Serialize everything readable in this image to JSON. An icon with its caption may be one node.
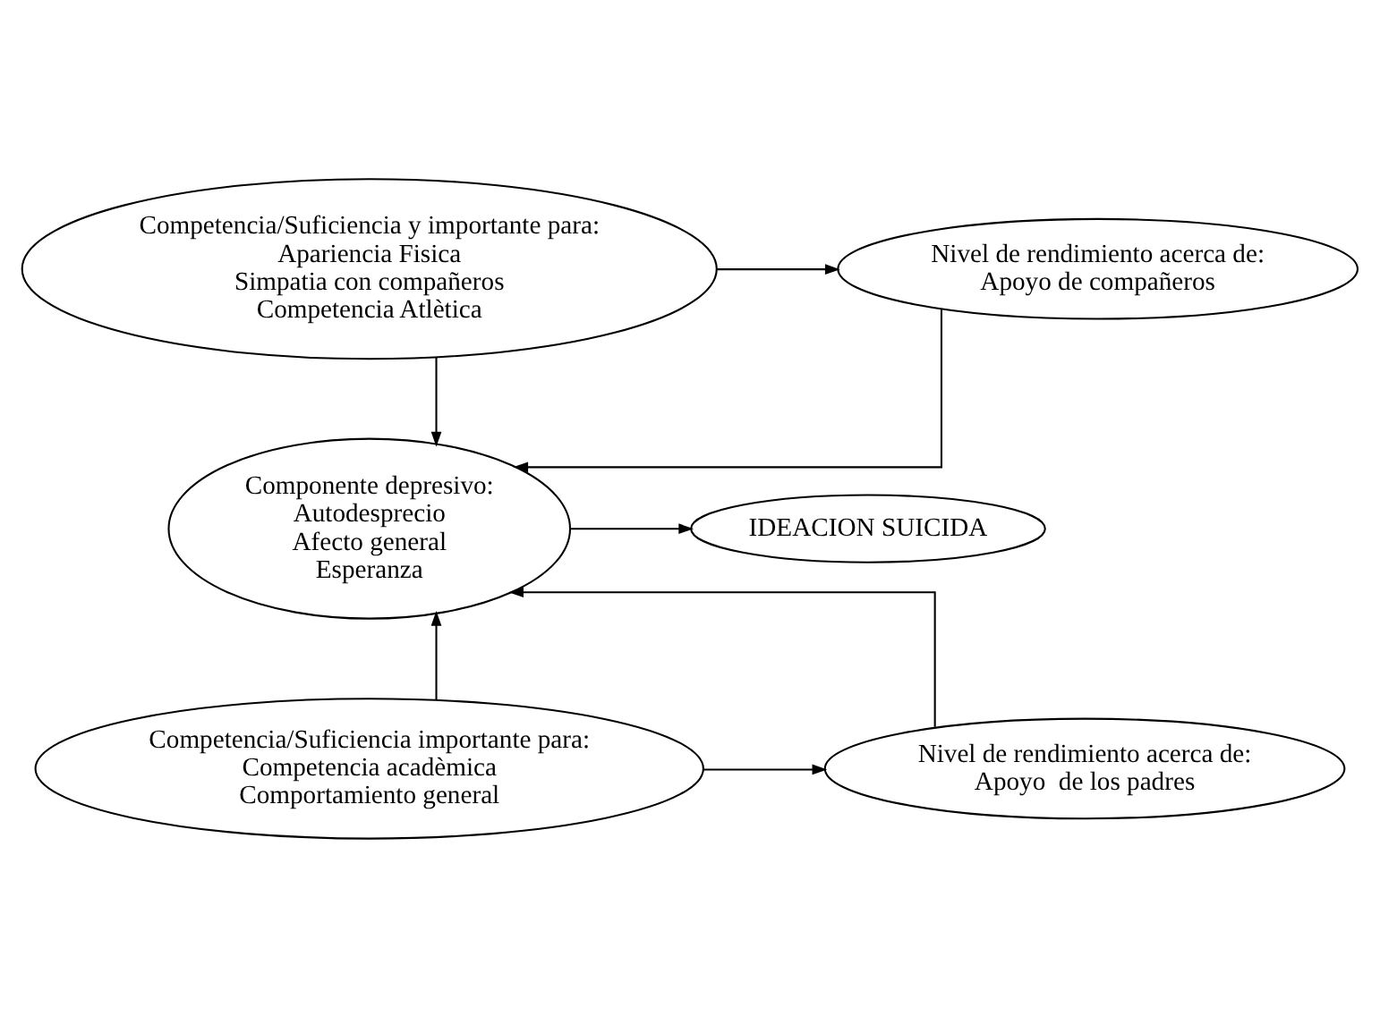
{
  "diagram": {
    "nodes": [
      {
        "text": [
          "Competencia/Suficiencia y importante para:",
          "Apariencia Fisica",
          "Simpatia con compañeros",
          "Competencia Atlètica"
        ]
      },
      {
        "text": [
          "Nivel de rendimiento acerca de:",
          "Apoyo de compañeros"
        ]
      },
      {
        "text": [
          "Componente depresivo:",
          "Autodesprecio",
          "Afecto general",
          "Esperanza"
        ]
      },
      {
        "text": [
          "IDEACION SUICIDA"
        ]
      },
      {
        "text": [
          "Competencia/Suficiencia importante para:",
          "Competencia acadèmica",
          "Comportamiento general"
        ]
      },
      {
        "text": [
          "Nivel de rendimiento acerca de:",
          "Apoyo  de los padres"
        ]
      }
    ],
    "edges": [
      {
        "from": 0,
        "to": 1,
        "arrow": "to"
      },
      {
        "from": 0,
        "to": 2,
        "arrow": "to"
      },
      {
        "from": 1,
        "to": 2,
        "arrow": "to"
      },
      {
        "from": 2,
        "to": 3,
        "arrow": "to"
      },
      {
        "from": 4,
        "to": 5,
        "arrow": "to"
      },
      {
        "from": 4,
        "to": 2,
        "arrow": "to"
      },
      {
        "from": 5,
        "to": 2,
        "arrow": "to"
      }
    ]
  }
}
